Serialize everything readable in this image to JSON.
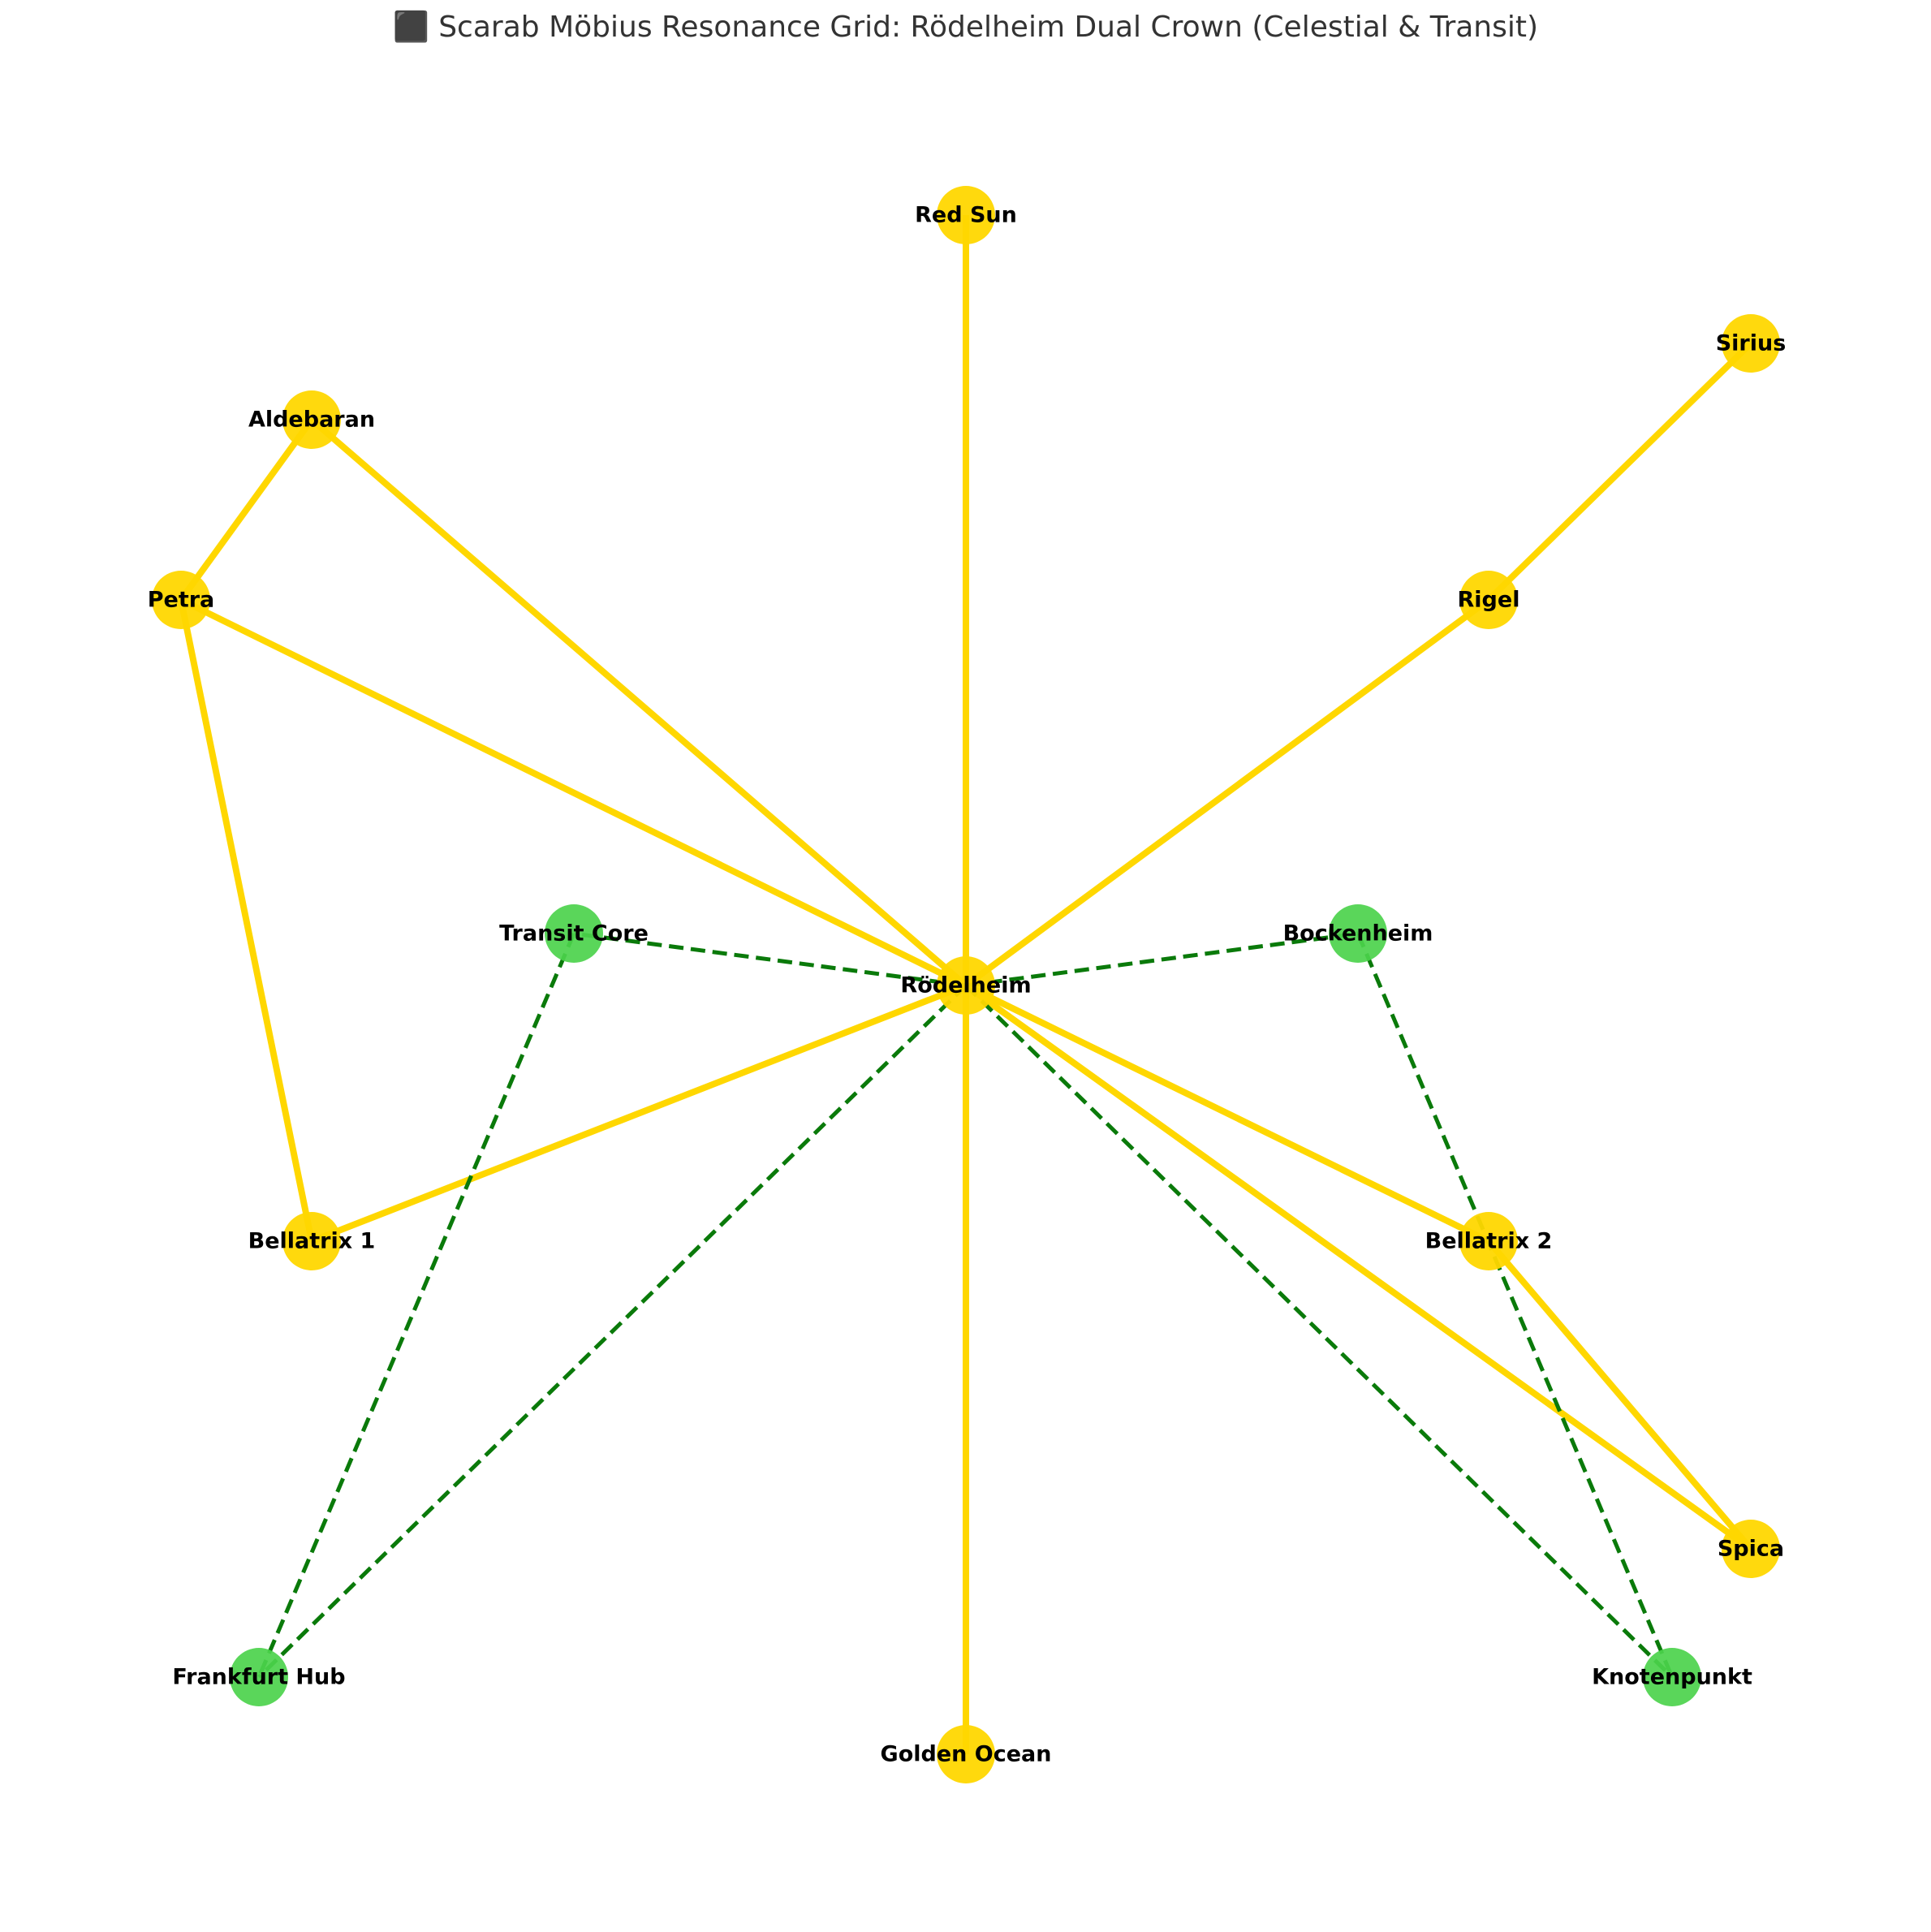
{
  "title": "⬛ Scarab Möbius Resonance Grid: Rödelheim Dual Crown (Celestial & Transit)",
  "colors": {
    "celestial_node": "#FFD700",
    "transit_node": "#4CD34C",
    "celestial_edge": "#FFD700",
    "transit_edge": "#0A7A0A"
  },
  "nodes": [
    {
      "id": "rodelheim",
      "label": "Rödelheim",
      "type": "celestial"
    },
    {
      "id": "red_sun",
      "label": "Red Sun",
      "type": "celestial"
    },
    {
      "id": "sirius",
      "label": "Sirius",
      "type": "celestial"
    },
    {
      "id": "aldebaran",
      "label": "Aldebaran",
      "type": "celestial"
    },
    {
      "id": "petra",
      "label": "Petra",
      "type": "celestial"
    },
    {
      "id": "rigel",
      "label": "Rigel",
      "type": "celestial"
    },
    {
      "id": "transit_core",
      "label": "Transit Core",
      "type": "transit"
    },
    {
      "id": "bockenheim",
      "label": "Bockenheim",
      "type": "transit"
    },
    {
      "id": "bellatrix1",
      "label": "Bellatrix 1",
      "type": "celestial"
    },
    {
      "id": "bellatrix2",
      "label": "Bellatrix 2",
      "type": "celestial"
    },
    {
      "id": "spica",
      "label": "Spica",
      "type": "celestial"
    },
    {
      "id": "frankfurt_hub",
      "label": "Frankfurt Hub",
      "type": "transit"
    },
    {
      "id": "knotenpunkt",
      "label": "Knotenpunkt",
      "type": "transit"
    },
    {
      "id": "golden_ocean",
      "label": "Golden Ocean",
      "type": "celestial"
    }
  ],
  "edges": [
    {
      "from": "rodelheim",
      "to": "red_sun",
      "kind": "celestial"
    },
    {
      "from": "rodelheim",
      "to": "aldebaran",
      "kind": "celestial"
    },
    {
      "from": "rodelheim",
      "to": "petra",
      "kind": "celestial"
    },
    {
      "from": "rodelheim",
      "to": "rigel",
      "kind": "celestial"
    },
    {
      "from": "rodelheim",
      "to": "bellatrix1",
      "kind": "celestial"
    },
    {
      "from": "rodelheim",
      "to": "bellatrix2",
      "kind": "celestial"
    },
    {
      "from": "rodelheim",
      "to": "spica",
      "kind": "celestial"
    },
    {
      "from": "rodelheim",
      "to": "golden_ocean",
      "kind": "celestial"
    },
    {
      "from": "aldebaran",
      "to": "petra",
      "kind": "celestial"
    },
    {
      "from": "petra",
      "to": "bellatrix1",
      "kind": "celestial"
    },
    {
      "from": "rigel",
      "to": "sirius",
      "kind": "celestial"
    },
    {
      "from": "bellatrix2",
      "to": "spica",
      "kind": "celestial"
    },
    {
      "from": "rodelheim",
      "to": "transit_core",
      "kind": "transit"
    },
    {
      "from": "rodelheim",
      "to": "bockenheim",
      "kind": "transit"
    },
    {
      "from": "rodelheim",
      "to": "frankfurt_hub",
      "kind": "transit"
    },
    {
      "from": "rodelheim",
      "to": "knotenpunkt",
      "kind": "transit"
    },
    {
      "from": "transit_core",
      "to": "frankfurt_hub",
      "kind": "transit"
    },
    {
      "from": "bockenheim",
      "to": "knotenpunkt",
      "kind": "transit"
    }
  ]
}
